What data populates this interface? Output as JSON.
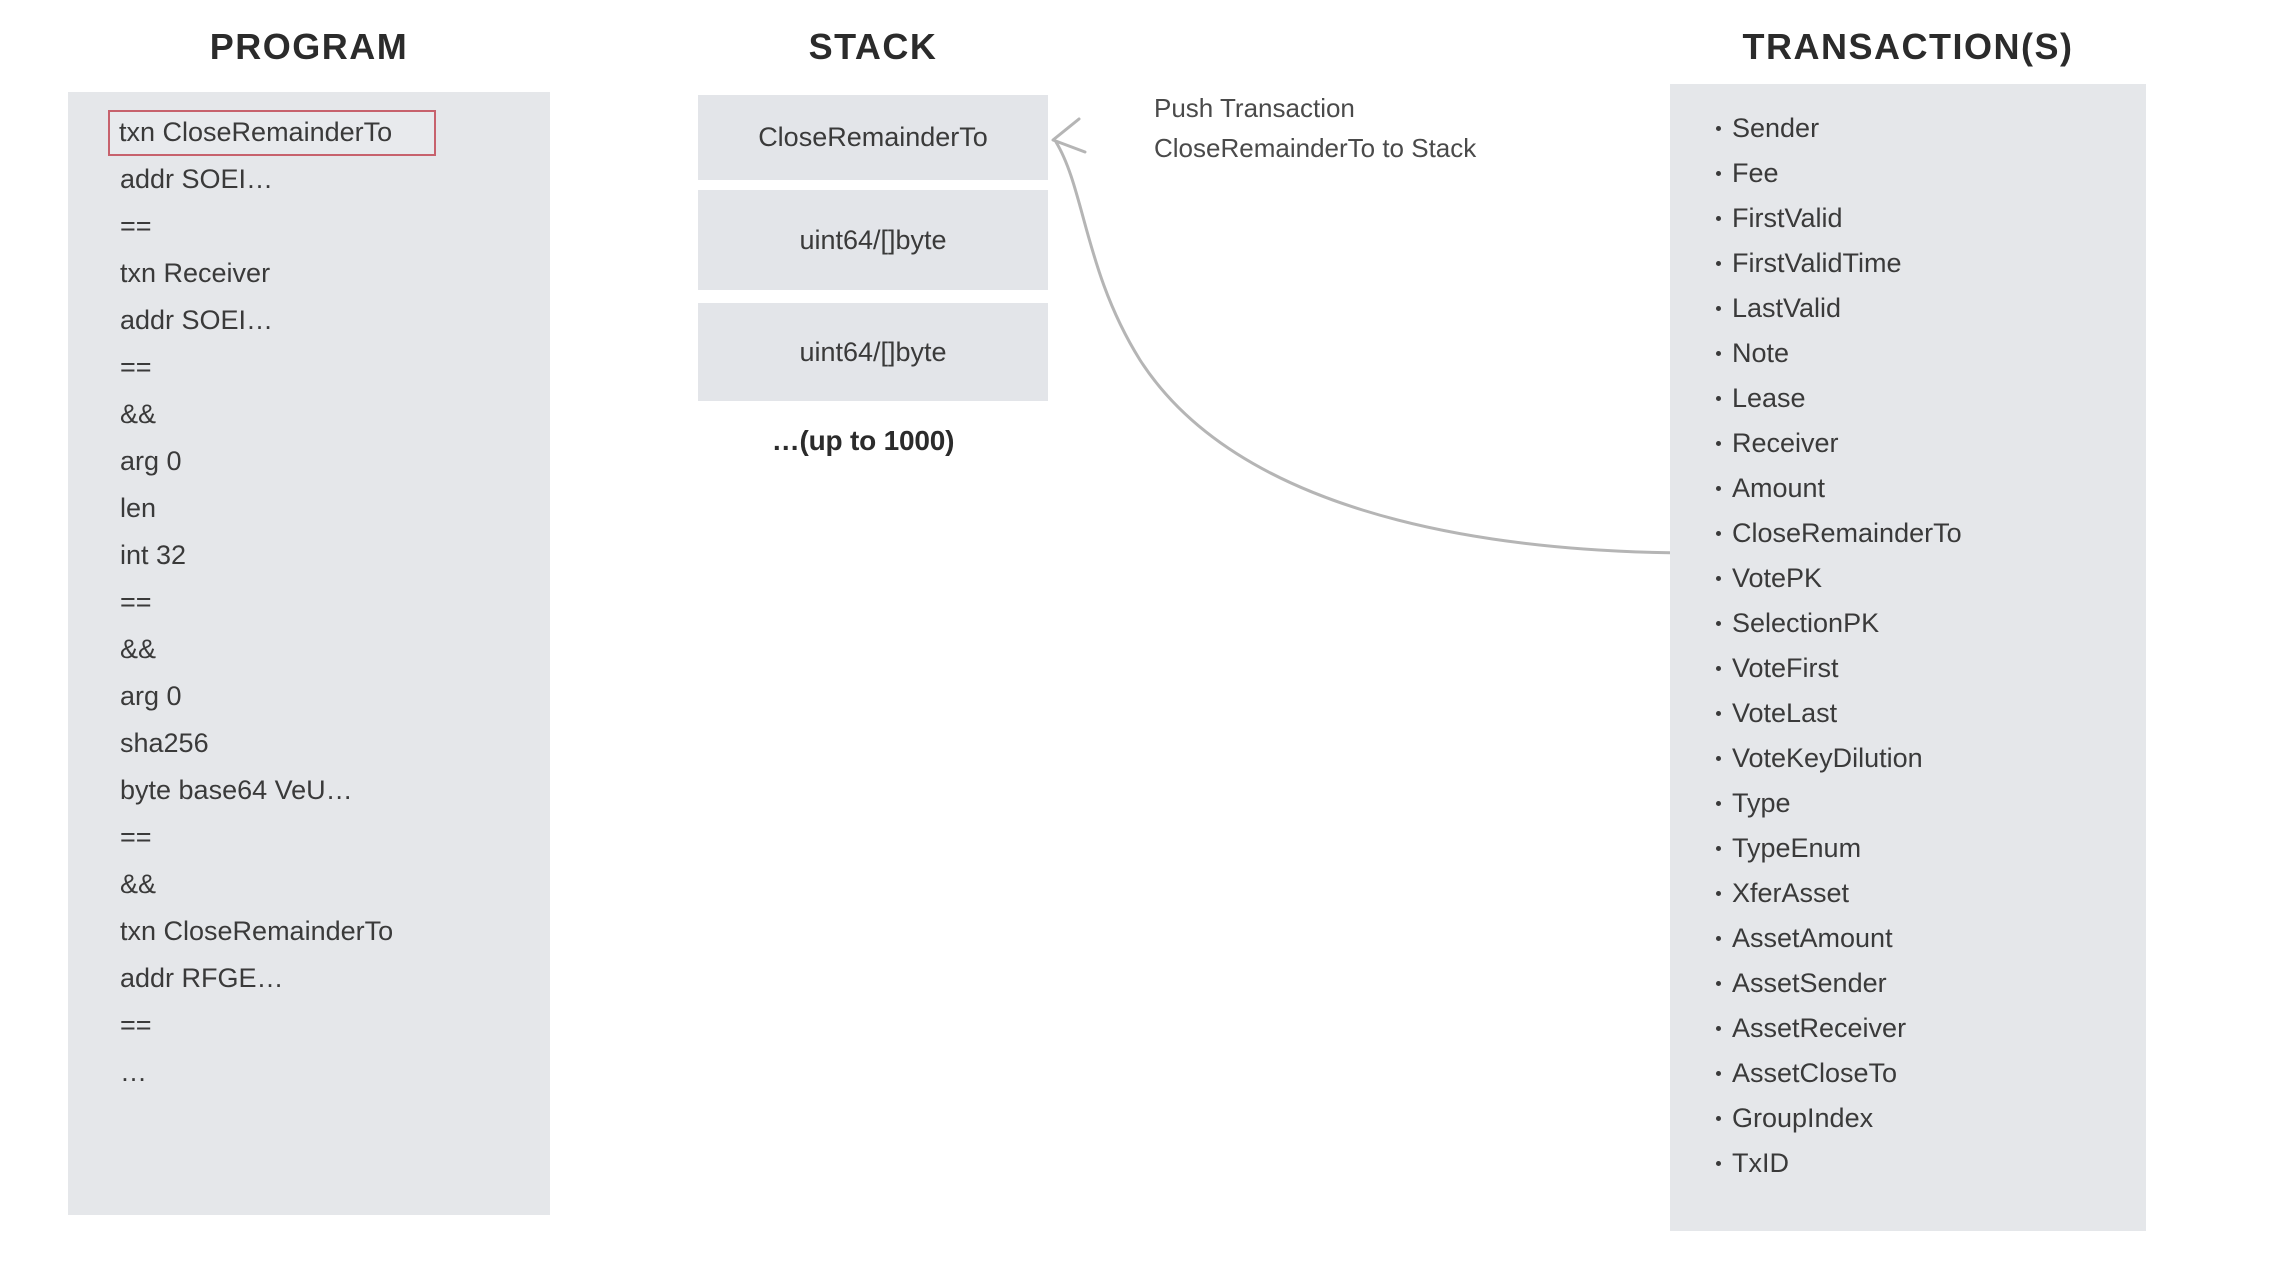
{
  "columns": {
    "program_title": "PROGRAM",
    "stack_title": "STACK",
    "transaction_title": "TRANSACTION(S)"
  },
  "program": {
    "lines": [
      {
        "text": "txn CloseRemainderTo",
        "highlighted": true
      },
      {
        "text": "addr SOEI…",
        "highlighted": false
      },
      {
        "text": "==",
        "highlighted": false
      },
      {
        "text": "txn Receiver",
        "highlighted": false
      },
      {
        "text": "addr SOEI…",
        "highlighted": false
      },
      {
        "text": "==",
        "highlighted": false
      },
      {
        "text": "&&",
        "highlighted": false
      },
      {
        "text": "arg 0",
        "highlighted": false
      },
      {
        "text": "len",
        "highlighted": false
      },
      {
        "text": "int 32",
        "highlighted": false
      },
      {
        "text": "==",
        "highlighted": false
      },
      {
        "text": "&&",
        "highlighted": false
      },
      {
        "text": "arg 0",
        "highlighted": false
      },
      {
        "text": "sha256",
        "highlighted": false
      },
      {
        "text": "byte base64 VeU…",
        "highlighted": false
      },
      {
        "text": "==",
        "highlighted": false
      },
      {
        "text": "&&",
        "highlighted": false
      },
      {
        "text": "txn CloseRemainderTo",
        "highlighted": false
      },
      {
        "text": "addr RFGE…",
        "highlighted": false
      },
      {
        "text": "==",
        "highlighted": false
      },
      {
        "text": "…",
        "highlighted": false
      }
    ]
  },
  "stack": {
    "boxes": [
      {
        "label": "CloseRemainderTo"
      },
      {
        "label": "uint64/[]byte"
      },
      {
        "label": "uint64/[]byte"
      }
    ],
    "more_label": "…(up to 1000)"
  },
  "annotation": {
    "line1": "Push Transaction",
    "line2": "CloseRemainderTo to Stack"
  },
  "transactions": {
    "fields": [
      "Sender",
      "Fee",
      "FirstValid",
      "FirstValidTime",
      "LastValid",
      "Note",
      "Lease",
      "Receiver",
      "Amount",
      "CloseRemainderTo",
      "VotePK",
      "SelectionPK",
      "VoteFirst",
      "VoteLast",
      "VoteKeyDilution",
      "Type",
      "TypeEnum",
      "XferAsset",
      "AssetAmount",
      "AssetSender",
      "AssetReceiver",
      "AssetCloseTo",
      "GroupIndex",
      "TxID"
    ]
  },
  "colors": {
    "panel_background": "#e5e7ea",
    "stack_box_background": "#e3e5e9",
    "highlight_border": "#c7626d",
    "text": "#3a3a3a",
    "title_text": "#2b2b2b",
    "arrow": "#b3b3b3",
    "page_background": "#ffffff"
  }
}
